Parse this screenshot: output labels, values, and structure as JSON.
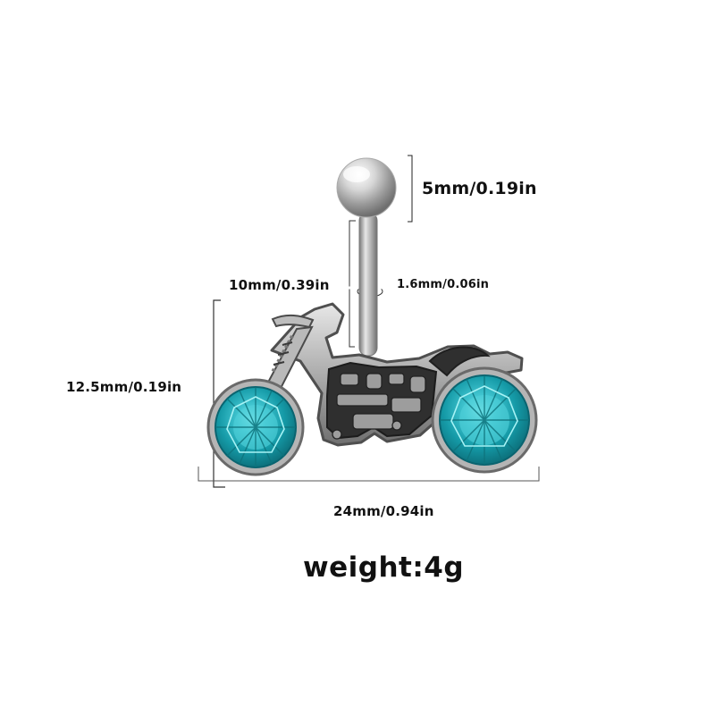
{
  "product": {
    "image_subject": "motorcycle-belly-ring",
    "gem_color": "#20aebb",
    "metal_color": "#9b9b9b",
    "dark_metal_color": "#2f2f2f"
  },
  "dimensions": {
    "ball_diameter": "5mm/0.19in",
    "top_width": "10mm/0.39in",
    "bar_gauge": "1.6mm/0.06in",
    "height": "12.5mm/0.19in",
    "width": "24mm/0.94in"
  },
  "weight": {
    "text": "weight:4g"
  }
}
